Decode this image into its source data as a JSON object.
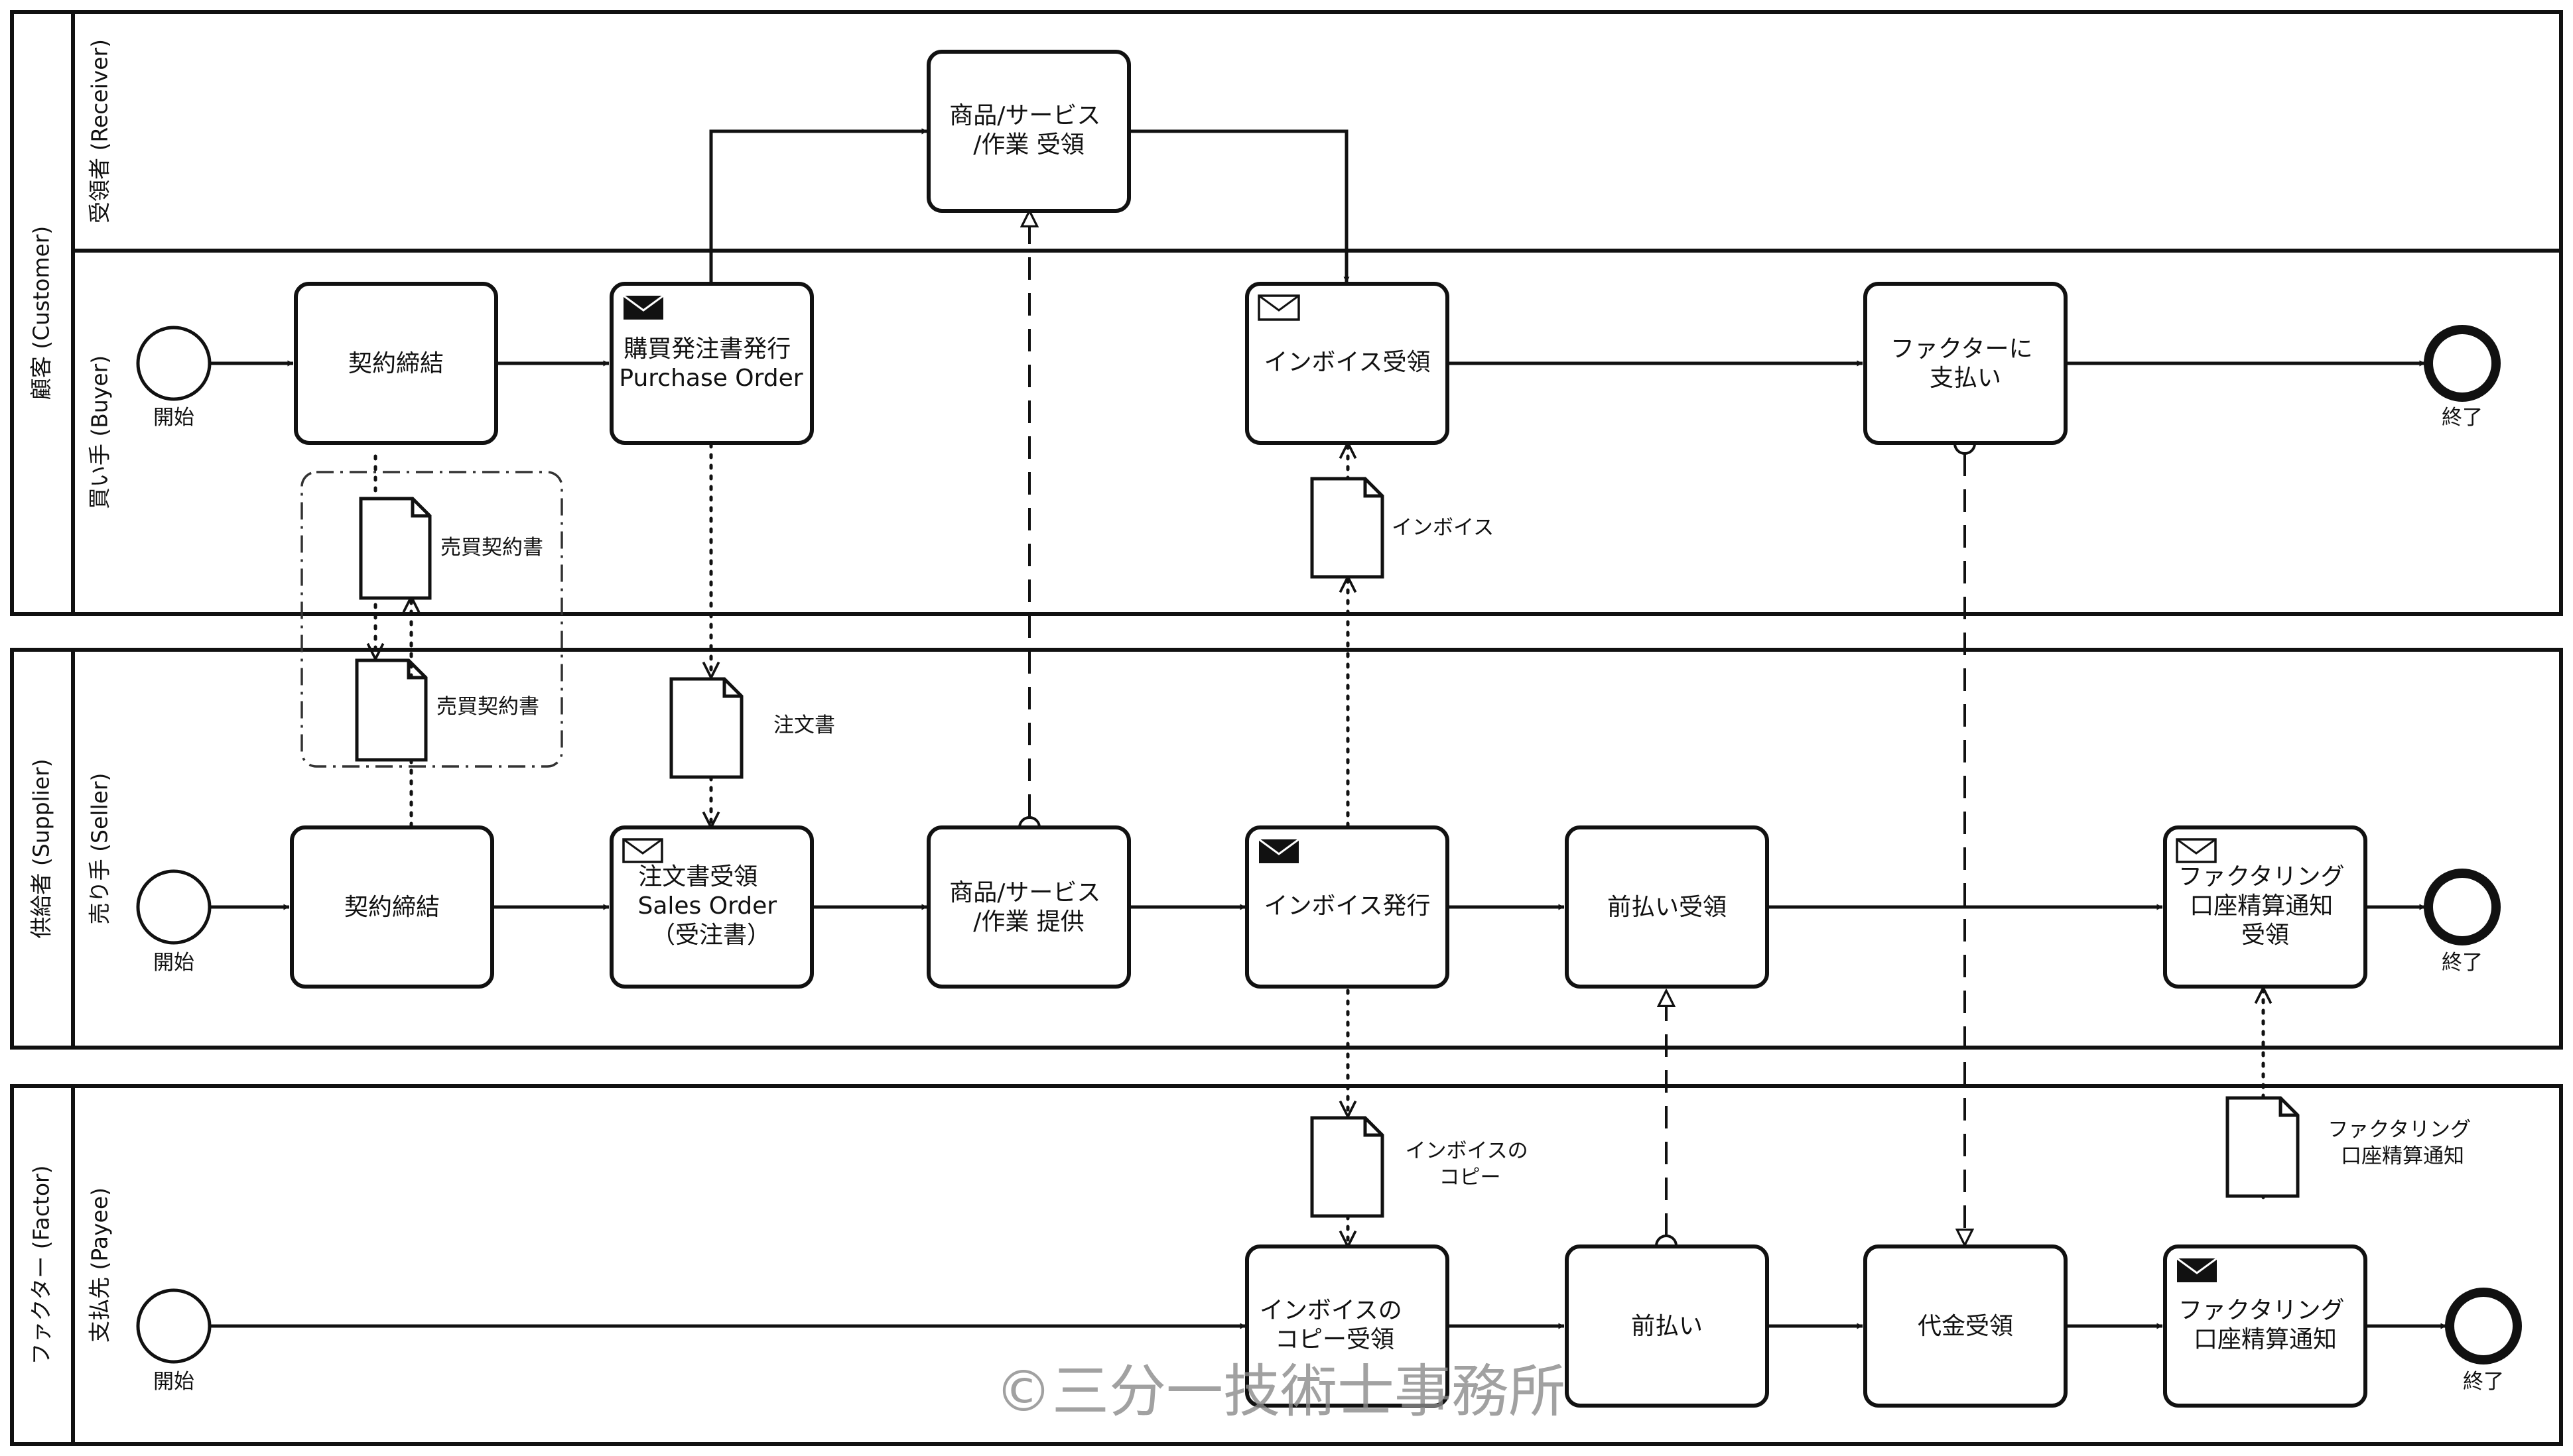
{
  "pools": {
    "customer": {
      "name": "顧客 (Customer)",
      "lanes": [
        "受領者 (Receiver)",
        "買い手 (Buyer)"
      ]
    },
    "supplier": {
      "name": "供給者 (Supplier)",
      "lanes": [
        "売り手 (Seller)"
      ]
    },
    "factor": {
      "name": "ファクター (Factor)",
      "lanes": [
        "支払先 (Payee)"
      ]
    }
  },
  "events": {
    "start": "開始",
    "end": "終了"
  },
  "tasks": {
    "receiver_receive": [
      "商品/サービス",
      "/作業 受領"
    ],
    "buyer_contract": [
      "契約締結"
    ],
    "buyer_po": [
      "購買発注書発行",
      "Purchase Order"
    ],
    "buyer_invoice_receive": [
      "インボイス受領"
    ],
    "buyer_pay_factor": [
      "ファクターに",
      "支払い"
    ],
    "seller_contract": [
      "契約締結"
    ],
    "seller_order_receive": [
      "注文書受領",
      "Sales Order",
      "（受注書）"
    ],
    "seller_provide": [
      "商品/サービス",
      "/作業 提供"
    ],
    "seller_invoice_issue": [
      "インボイス発行"
    ],
    "seller_prepay_receive": [
      "前払い受領"
    ],
    "seller_settlement_receive": [
      "ファクタリング",
      "口座精算通知",
      "受領"
    ],
    "payee_invoice_copy_receive": [
      "インボイスの",
      "コピー受領"
    ],
    "payee_prepay": [
      "前払い"
    ],
    "payee_payment_receive": [
      "代金受領"
    ],
    "payee_settlement_notice": [
      "ファクタリング",
      "口座精算通知"
    ]
  },
  "documents": {
    "contract_buyer": [
      "売買契約書"
    ],
    "contract_seller": [
      "売買契約書"
    ],
    "order": [
      "注文書"
    ],
    "invoice": [
      "インボイス"
    ],
    "invoice_copy": [
      "インボイスの",
      "コピー"
    ],
    "settlement_notice": [
      "ファクタリング",
      "口座精算通知"
    ]
  },
  "watermark": "©三分一技術士事務所"
}
